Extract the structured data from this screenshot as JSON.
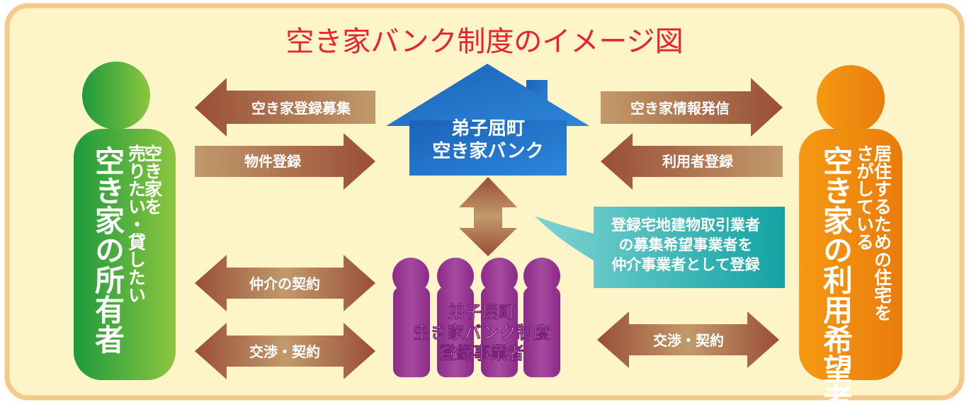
{
  "title": "空き家バンク制度のイメージ図",
  "owner": {
    "main_label": "空き家の所有者",
    "sub_label_col1": "空き家を",
    "sub_label_col2": "売りたい・貸したい"
  },
  "user": {
    "main_label": "空き家の利用希望者",
    "sub_label_col1": "居住するための住宅を",
    "sub_label_col2": "さがしている"
  },
  "bank": {
    "line1": "弟子屈町",
    "line2": "空き家バンク"
  },
  "dealers": {
    "line1": "弟子屈町",
    "line2": "空き家バンク制度",
    "line3": "登録事業者"
  },
  "callout": {
    "line1": "登録宅地建物取引業者",
    "line2": "の募集希望事業者を",
    "line3": "仲介事業者として登録"
  },
  "arrows": {
    "recruit": "空き家登録募集",
    "property_registration": "物件登録",
    "info_release": "空き家情報発信",
    "user_registration": "利用者登録",
    "brokerage_contract": "仲介の契約",
    "negotiation_owner": "交渉・契約",
    "negotiation_user": "交渉・契約"
  },
  "colors": {
    "frame_fill": "#fdf5c8",
    "frame_border": "#f6c88a",
    "title": "#e8232f",
    "arrow": "#a05a3c",
    "owner_green": "#28a745",
    "user_orange": "#ee8a0e",
    "bank_blue": "#1a6fc4",
    "dealer_purple": "#95318f",
    "callout_teal": "#1aa9a8"
  }
}
